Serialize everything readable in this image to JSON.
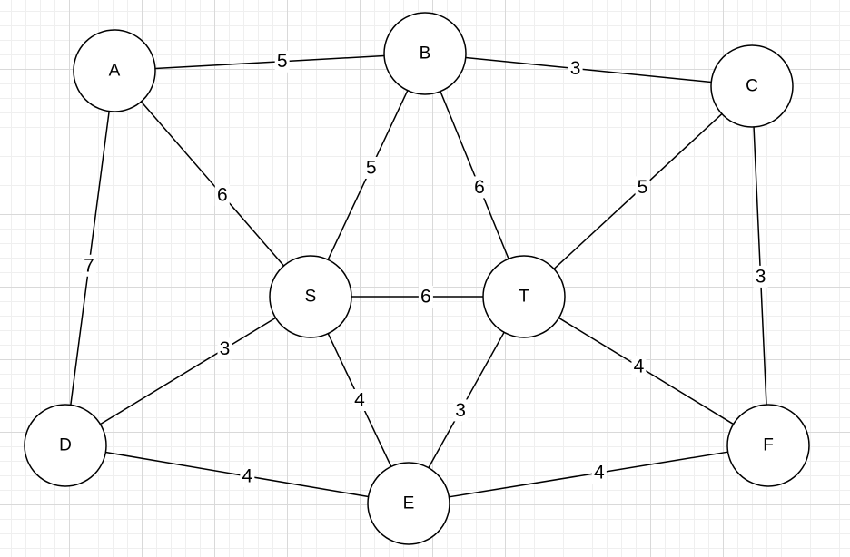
{
  "colors": {
    "stroke": "#000000",
    "node_fill": "#ffffff",
    "grid_major": "#d9d9d9",
    "grid_minor": "#efefef",
    "background": "#ffffff"
  },
  "graph": {
    "nodes": [
      {
        "id": "A",
        "label": "A"
      },
      {
        "id": "B",
        "label": "B"
      },
      {
        "id": "C",
        "label": "C"
      },
      {
        "id": "S",
        "label": "S"
      },
      {
        "id": "T",
        "label": "T"
      },
      {
        "id": "D",
        "label": "D"
      },
      {
        "id": "E",
        "label": "E"
      },
      {
        "id": "F",
        "label": "F"
      }
    ],
    "edges": [
      {
        "from": "A",
        "to": "B",
        "weight": "5"
      },
      {
        "from": "B",
        "to": "C",
        "weight": "3"
      },
      {
        "from": "A",
        "to": "S",
        "weight": "6"
      },
      {
        "from": "B",
        "to": "S",
        "weight": "5"
      },
      {
        "from": "B",
        "to": "T",
        "weight": "6"
      },
      {
        "from": "C",
        "to": "T",
        "weight": "5"
      },
      {
        "from": "A",
        "to": "D",
        "weight": "7"
      },
      {
        "from": "C",
        "to": "F",
        "weight": "3"
      },
      {
        "from": "S",
        "to": "T",
        "weight": "6"
      },
      {
        "from": "S",
        "to": "D",
        "weight": "3"
      },
      {
        "from": "S",
        "to": "E",
        "weight": "4"
      },
      {
        "from": "T",
        "to": "E",
        "weight": "3"
      },
      {
        "from": "T",
        "to": "F",
        "weight": "4"
      },
      {
        "from": "D",
        "to": "E",
        "weight": "4"
      },
      {
        "from": "E",
        "to": "F",
        "weight": "4"
      }
    ]
  }
}
